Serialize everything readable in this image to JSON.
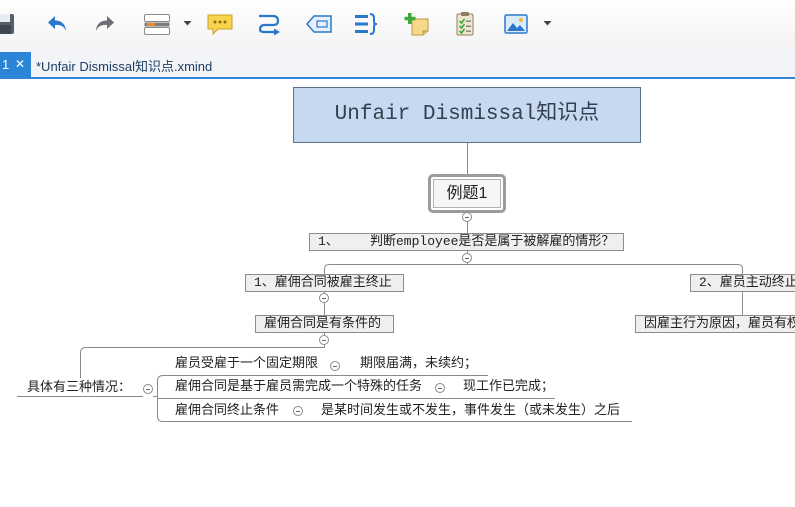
{
  "toolbar": {
    "items": [
      {
        "icon": "save-icon"
      },
      {
        "icon": "undo-icon"
      },
      {
        "icon": "redo-icon"
      },
      {
        "icon": "structure-icon",
        "has_dropdown": true
      },
      {
        "icon": "callout-icon"
      },
      {
        "icon": "relationship-icon"
      },
      {
        "icon": "boundary-icon"
      },
      {
        "icon": "summary-icon"
      },
      {
        "icon": "add-note-icon"
      },
      {
        "icon": "task-icon"
      },
      {
        "icon": "image-icon",
        "has_dropdown": true
      }
    ]
  },
  "tabs": [
    {
      "label": "1",
      "close": "✕",
      "active": false
    },
    {
      "label": "*Unfair Dismissal知识点.xmind",
      "active": true
    }
  ],
  "map": {
    "central": "Unfair Dismissal知识点",
    "example": "例题1",
    "question": "1、    判断employee是否是属于被解雇的情形？",
    "branch1": "1、雇佣合同被雇主终止",
    "branch2": "2、雇员主动终止",
    "branch1_child": "雇佣合同是有条件的",
    "branch2_child": "因雇主行为原因，雇员有权",
    "cases_label": "具体有三种情况：",
    "cases": [
      {
        "condition": "雇员受雇于一个固定期限",
        "result": "期限届满，未续约；"
      },
      {
        "condition": "雇佣合同是基于雇员需完成一个特殊的任务",
        "result": "现工作已完成；"
      },
      {
        "condition": "雇佣合同终止条件",
        "result": "是某时间发生或不发生，事件发生（或未发生）之后"
      }
    ]
  },
  "colors": {
    "accent": "#2b85d6",
    "central_fill": "#c6d9f0",
    "topic_fill": "#efefef",
    "connector": "#8a8a8a"
  }
}
